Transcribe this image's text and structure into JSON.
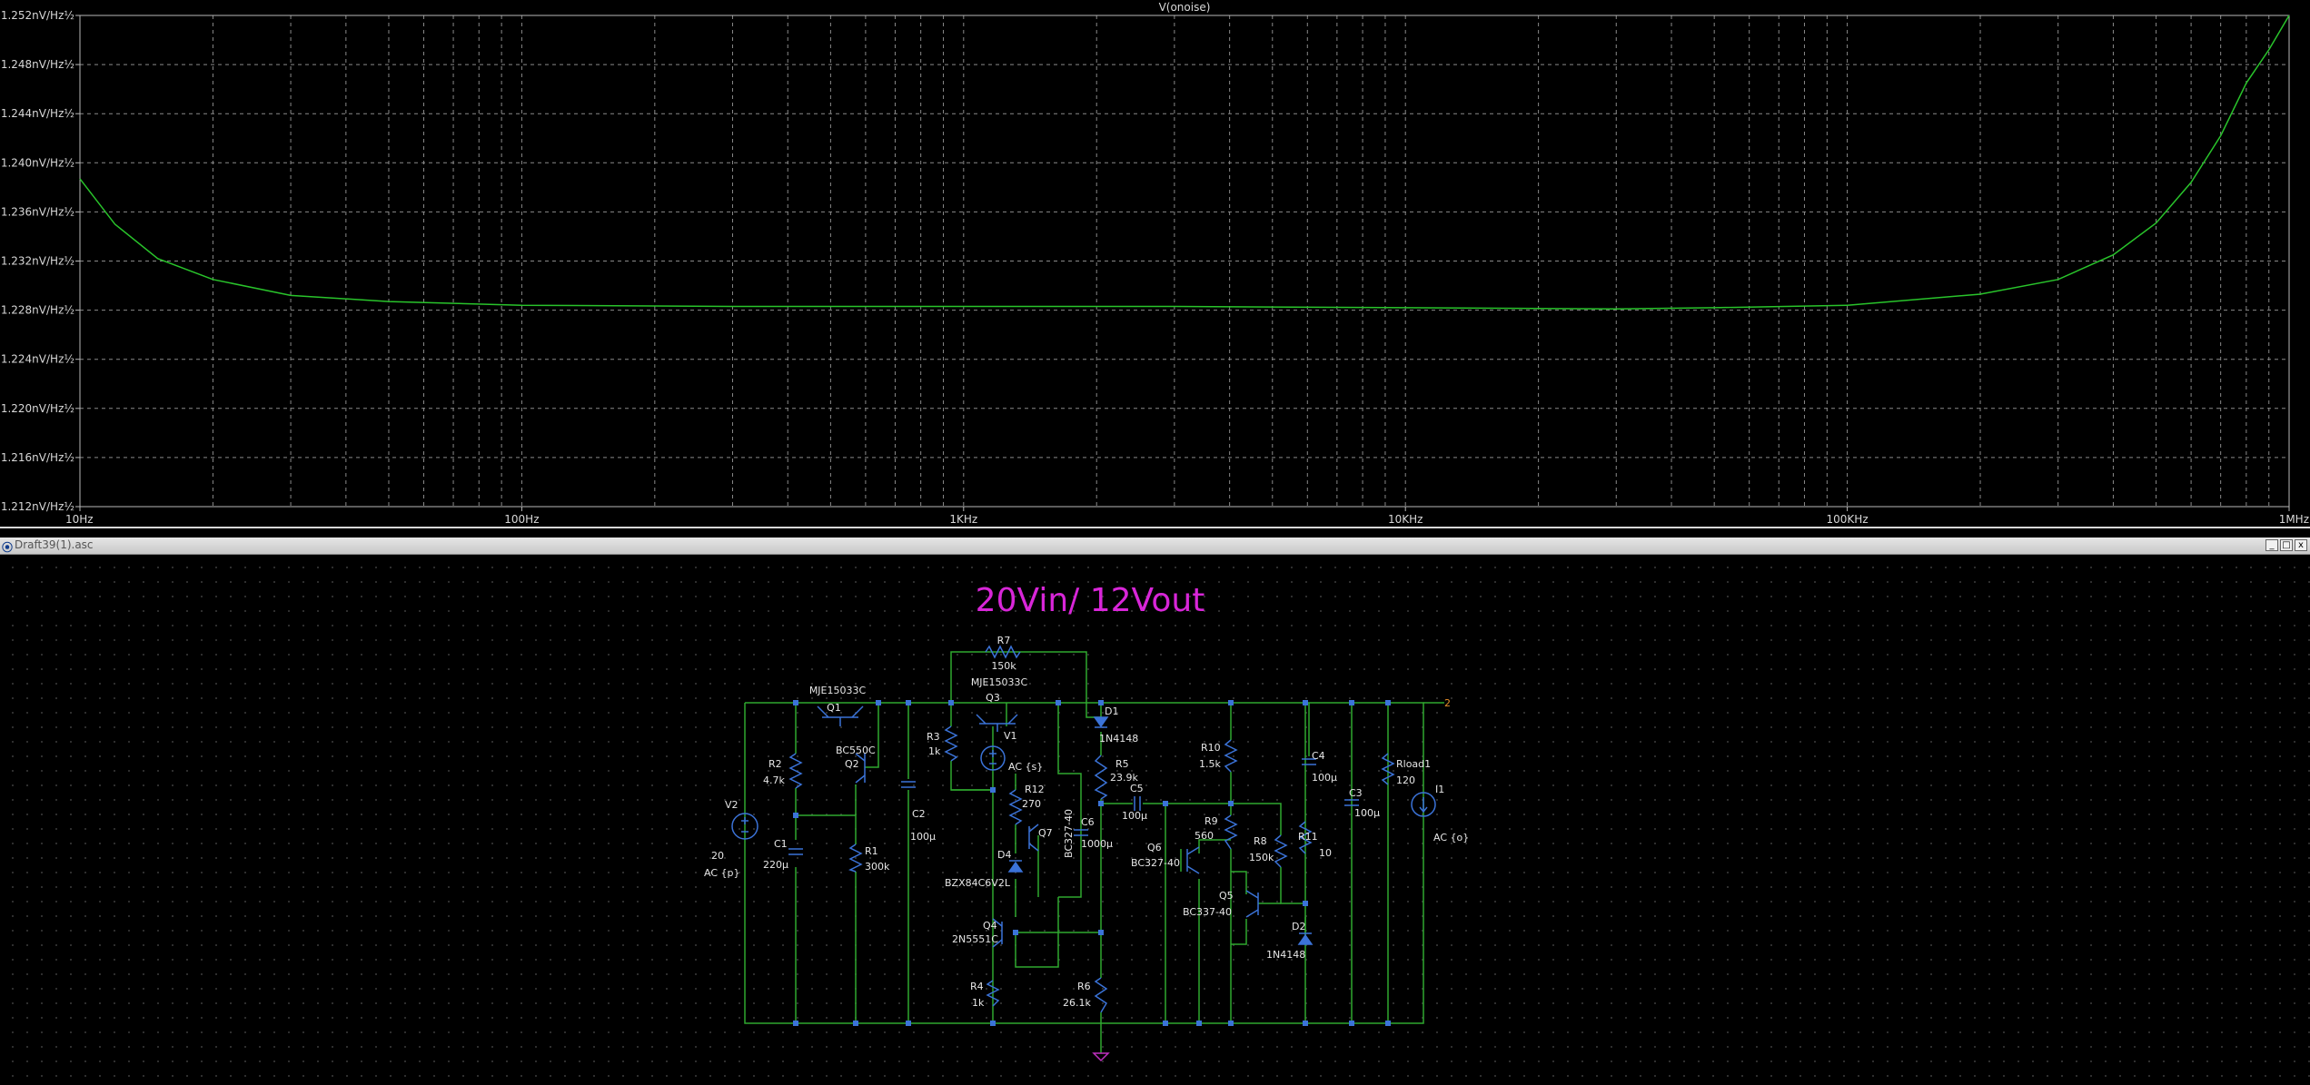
{
  "plot": {
    "trace_name": "V(onoise)",
    "trace_color": "#29c42b",
    "y_tick_labels": [
      "1.252nV/Hz½",
      "1.248nV/Hz½",
      "1.244nV/Hz½",
      "1.240nV/Hz½",
      "1.236nV/Hz½",
      "1.232nV/Hz½",
      "1.228nV/Hz½",
      "1.224nV/Hz½",
      "1.220nV/Hz½",
      "1.216nV/Hz½",
      "1.212nV/Hz½"
    ],
    "x_tick_labels": [
      "10Hz",
      "100Hz",
      "1KHz",
      "10KHz",
      "100KHz",
      "1MHz"
    ]
  },
  "chart_data": {
    "type": "line",
    "title": "V(onoise)",
    "xlabel": "",
    "ylabel": "",
    "x_scale": "log",
    "xlim": [
      10,
      1000000
    ],
    "ylim": [
      1.212,
      1.252
    ],
    "grid": true,
    "series": [
      {
        "name": "V(onoise)",
        "x": [
          10,
          12,
          15,
          20,
          30,
          50,
          100,
          300,
          1000,
          3000,
          10000,
          30000,
          50000,
          100000,
          200000,
          300000,
          400000,
          500000,
          600000,
          700000,
          800000,
          900000,
          1000000
        ],
        "y": [
          1.2387,
          1.235,
          1.2322,
          1.2305,
          1.2292,
          1.2287,
          1.2284,
          1.2283,
          1.2283,
          1.2283,
          1.2282,
          1.2281,
          1.2282,
          1.2284,
          1.2293,
          1.2305,
          1.2325,
          1.2351,
          1.2384,
          1.2422,
          1.2465,
          1.2492,
          1.252
        ]
      }
    ]
  },
  "schematic": {
    "window_title": "Draft39(1).asc",
    "window_buttons": {
      "minimize": "_",
      "restore": "□",
      "close": "x"
    },
    "heading": "20Vin/ 12Vout",
    "heading_color": "#d826d8",
    "wire_color": "#2fa82f",
    "symbol_color": "#3b73d8",
    "labels": {
      "r7_name": "R7",
      "r7_value": "150k",
      "q1_part": "MJE15033C",
      "q1_name": "Q1",
      "q3_part": "MJE15033C",
      "q3_name": "Q3",
      "d1_name": "D1",
      "d1_part": "1N4148",
      "net_2": "2",
      "r2_name": "R2",
      "r2_value": "4.7k",
      "q2_part": "BC550C",
      "q2_name": "Q2",
      "r3_name": "R3",
      "r3_value": "1k",
      "v1_name": "V1",
      "v1_ac": "AC {s}",
      "r10_name": "R10",
      "r10_value": "1.5k",
      "c4_name": "C4",
      "c4_value": "100µ",
      "rload_name": "Rload1",
      "rload_value": "120",
      "i1_name": "I1",
      "i1_ac": "AC {o}",
      "r5_name": "R5",
      "r5_value": "23.9k",
      "c5_name": "C5",
      "c5_value": "100µ",
      "r12_name": "R12",
      "r12_value": "270",
      "c6_name": "C6",
      "c6_value": "1000µ",
      "q7_name": "Q7",
      "q7_part": "BC327-40",
      "c3_name": "C3",
      "c3_value": "100µ",
      "v2_name": "V2",
      "v2_value": "20",
      "v2_ac": "AC {p}",
      "c1_name": "C1",
      "c1_value": "220µ",
      "c2_name": "C2",
      "c2_value": "100µ",
      "r1_name": "R1",
      "r1_value": "300k",
      "d4_name": "D4",
      "d4_part": "BZX84C6V2L",
      "r9_name": "R9",
      "r9_value": "560",
      "r8_name": "R8",
      "r8_value": "150k",
      "r11_name": "R11",
      "r11_value": "10",
      "q6_name": "Q6",
      "q6_part": "BC327-40",
      "q5_name": "Q5",
      "q5_part": "BC337-40",
      "q4_name": "Q4",
      "q4_part": "2N5551C",
      "d2_name": "D2",
      "d2_part": "1N4148",
      "r4_name": "R4",
      "r4_value": "1k",
      "r6_name": "R6",
      "r6_value": "26.1k"
    }
  }
}
